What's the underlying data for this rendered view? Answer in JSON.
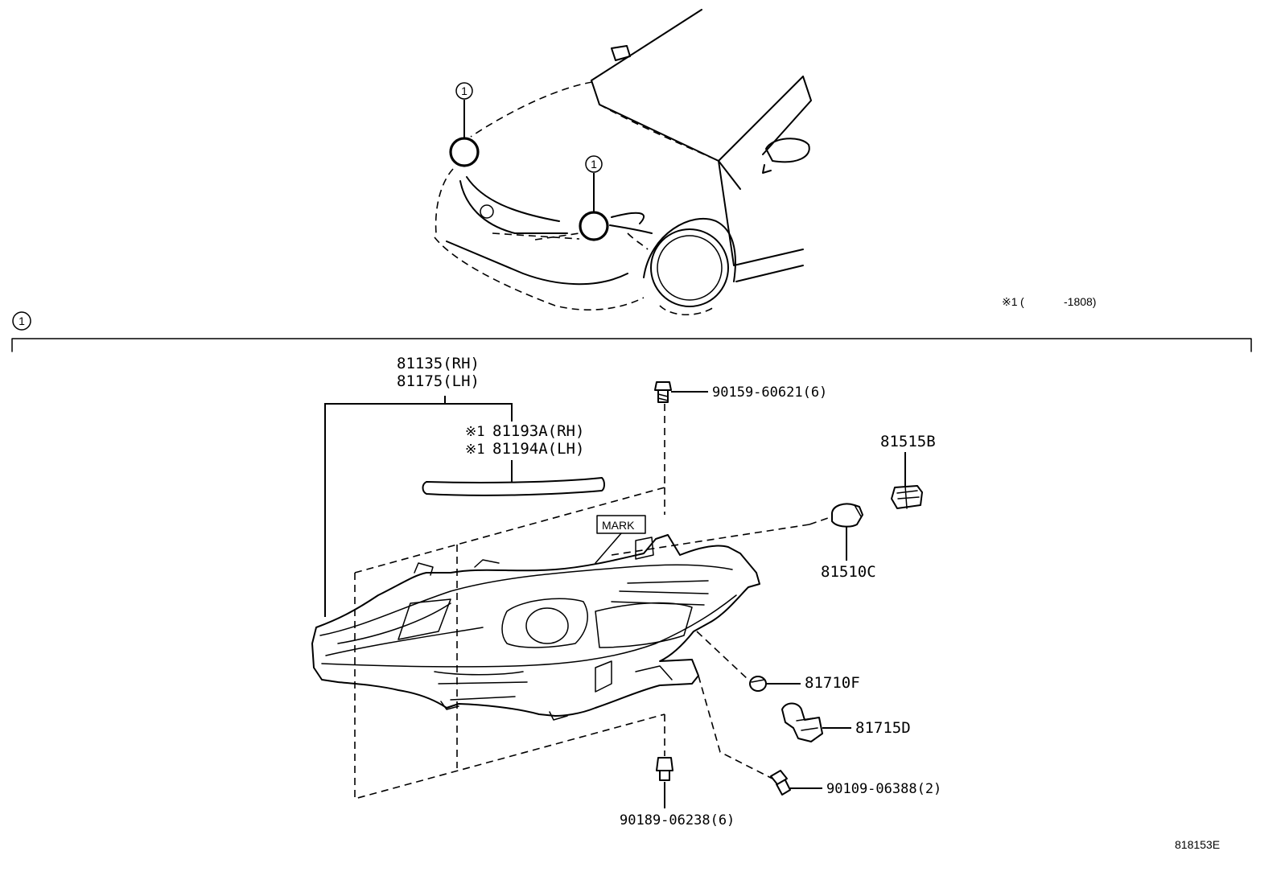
{
  "callouts": {
    "circle_ref": "1",
    "section_ref": "1"
  },
  "note": {
    "mark": "※1",
    "open_paren": "(",
    "range": "-1808)"
  },
  "mark_label": "MARK",
  "diagram_id": "818153E",
  "parts": {
    "headlamp_rh": "81135(RH)",
    "headlamp_lh": "81175(LH)",
    "cover_rh_prefix": "※1",
    "cover_rh": "81193A(RH)",
    "cover_lh_prefix": "※1",
    "cover_lh": "81194A(LH)",
    "screw_top": "90159-60621(6)",
    "socket": "81515B",
    "bulb": "81510C",
    "bulb_small": "81710F",
    "socket_small": "81715D",
    "screw_side": "90109-06388(2)",
    "screw_bottom": "90189-06238(6)"
  },
  "icons": [
    "circled-number-icon",
    "headlamp-assembly-icon",
    "screw-icon",
    "bulb-icon",
    "socket-icon"
  ]
}
